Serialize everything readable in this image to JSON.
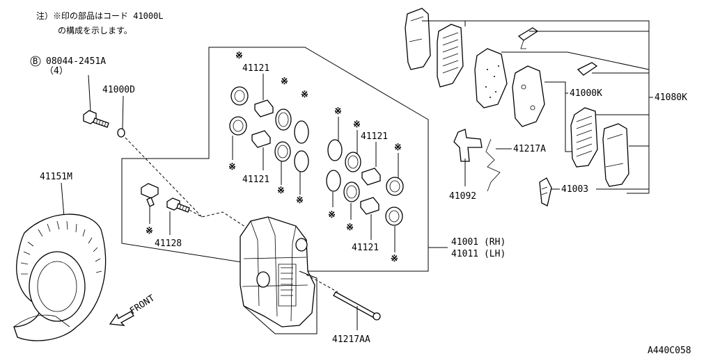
{
  "note": {
    "line1": "注）※印の部品はコード 41000L",
    "line2": "の構成を示します。"
  },
  "asterisk": "※",
  "labels": {
    "bolt_b_symbol": "B",
    "bolt_code": "08044-2451A",
    "bolt_qty": "（4）",
    "washer": "41000D",
    "shield": "41151M",
    "seal_kit_upper_left": "41121",
    "seal_kit_lower_left": "41121",
    "seal_kit_upper_right": "41121",
    "seal_kit_lower_right": "41121",
    "bleeder": "41128",
    "caliper_rh": "41001 (RH)",
    "caliper_lh": "41011 (LH)",
    "pin": "41217AA",
    "pad_kit": "41000K",
    "pad_set": "41080K",
    "clip": "41217A",
    "spring": "41092",
    "shim": "41003",
    "front": "FRONT",
    "diagram_code": "A440C058"
  }
}
